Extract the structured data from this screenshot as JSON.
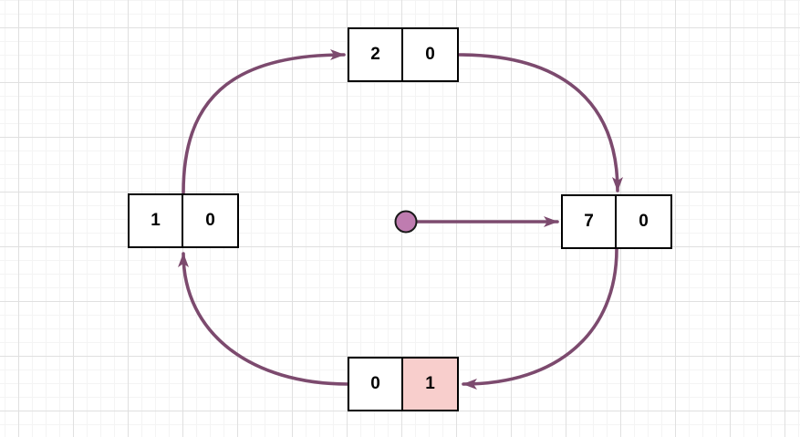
{
  "diagram": {
    "type": "circular-linked-list",
    "nodes": [
      {
        "id": "top",
        "cells": [
          {
            "value": "2",
            "highlighted": false
          },
          {
            "value": "0",
            "highlighted": false
          }
        ]
      },
      {
        "id": "right",
        "cells": [
          {
            "value": "7",
            "highlighted": false
          },
          {
            "value": "0",
            "highlighted": false
          }
        ]
      },
      {
        "id": "bottom",
        "cells": [
          {
            "value": "0",
            "highlighted": false
          },
          {
            "value": "1",
            "highlighted": true
          }
        ]
      },
      {
        "id": "left",
        "cells": [
          {
            "value": "1",
            "highlighted": false
          },
          {
            "value": "0",
            "highlighted": false
          }
        ]
      }
    ],
    "edges": [
      {
        "from": "left",
        "to": "top"
      },
      {
        "from": "top",
        "to": "right"
      },
      {
        "from": "right",
        "to": "bottom"
      },
      {
        "from": "bottom",
        "to": "left"
      },
      {
        "from": "pointer-dot",
        "to": "right"
      }
    ]
  },
  "colors": {
    "line": "#7c4a6e",
    "dot_fill": "#bf7cb0",
    "highlight_fill": "#f8cecc",
    "node_border": "#000000",
    "grid_minor": "#f4f4f4",
    "grid_major": "#e0e0e0"
  }
}
